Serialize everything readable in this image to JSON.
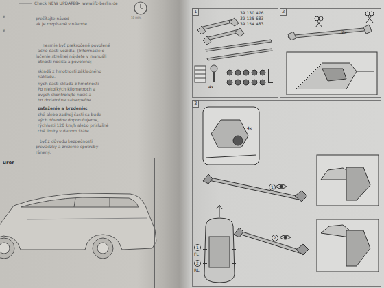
{
  "diagram": {
    "nodes": [
      {
        "text": [
          "urer"
        ]
      },
      {
        "text": [
          "1"
        ]
      },
      {
        "text": [
          "2"
        ]
      },
      {
        "text": [
          "3"
        ]
      }
    ],
    "labels": [
      "Check NEW UPDATES",
      "www.ifz-berlin.de",
      "10 min.",
      "e",
      "prečítajte návod",
      "ak je rozpísané v návode",
      "e",
      "nesmie byť prekročené povolené",
      "ačné časti vozidla. (Informácie o",
      "lačenie strešnej nájdete v manuáli",
      "otnosti nosiča a povolenej",
      "skladá z hmotnosti základného",
      "nákladu.",
      "ných častí skladá z hmotnosti",
      "Po niekoľkých kilometroch a",
      "ových skontrolujte nosič a",
      "ho dodatočne zabezpečte.",
      "zaťaženie a brzdenie:",
      "ché alebo zadnej časti sa bude",
      "vých dôvodov doporučujeme,",
      "rýchlosti 120 km/h alebo príslušné",
      "ché limity v danom štáte.",
      "byť z dôvodu bezpečnosti",
      "prevádzky a zníženie spotreby",
      "ránený.",
      "39 130 476",
      "39 125 683",
      "39 154 483",
      "4x",
      "2x",
      "4x",
      "1",
      "2",
      "1",
      "FL",
      "2",
      "RL"
    ]
  }
}
